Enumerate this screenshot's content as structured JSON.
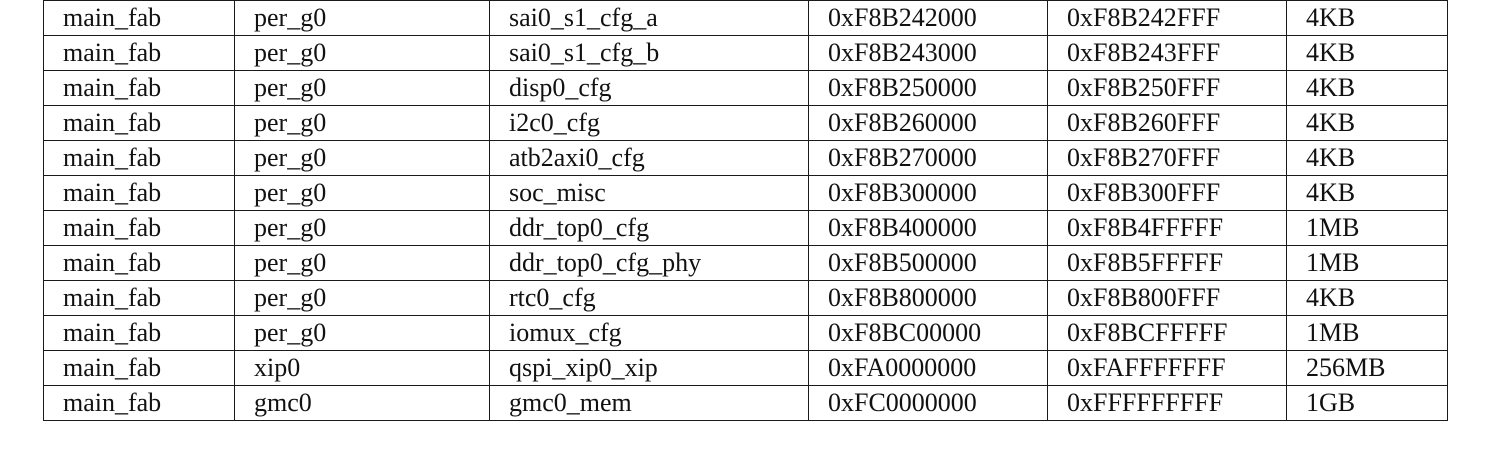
{
  "table": {
    "rows": [
      [
        "main_fab",
        "per_g0",
        "sai0_s1_cfg_a",
        "0xF8B242000",
        "0xF8B242FFF",
        "4KB"
      ],
      [
        "main_fab",
        "per_g0",
        "sai0_s1_cfg_b",
        "0xF8B243000",
        "0xF8B243FFF",
        "4KB"
      ],
      [
        "main_fab",
        "per_g0",
        "disp0_cfg",
        "0xF8B250000",
        "0xF8B250FFF",
        "4KB"
      ],
      [
        "main_fab",
        "per_g0",
        "i2c0_cfg",
        "0xF8B260000",
        "0xF8B260FFF",
        "4KB"
      ],
      [
        "main_fab",
        "per_g0",
        "atb2axi0_cfg",
        "0xF8B270000",
        "0xF8B270FFF",
        "4KB"
      ],
      [
        "main_fab",
        "per_g0",
        "soc_misc",
        "0xF8B300000",
        "0xF8B300FFF",
        "4KB"
      ],
      [
        "main_fab",
        "per_g0",
        "ddr_top0_cfg",
        "0xF8B400000",
        "0xF8B4FFFFF",
        "1MB"
      ],
      [
        "main_fab",
        "per_g0",
        "ddr_top0_cfg_phy",
        "0xF8B500000",
        "0xF8B5FFFFF",
        "1MB"
      ],
      [
        "main_fab",
        "per_g0",
        "rtc0_cfg",
        "0xF8B800000",
        "0xF8B800FFF",
        "4KB"
      ],
      [
        "main_fab",
        "per_g0",
        "iomux_cfg",
        "0xF8BC00000",
        "0xF8BCFFFFF",
        "1MB"
      ],
      [
        "main_fab",
        "xip0",
        "qspi_xip0_xip",
        "0xFA0000000",
        "0xFAFFFFFFF",
        "256MB"
      ],
      [
        "main_fab",
        "gmc0",
        "gmc0_mem",
        "0xFC0000000",
        "0xFFFFFFFFF",
        "1GB"
      ]
    ]
  }
}
